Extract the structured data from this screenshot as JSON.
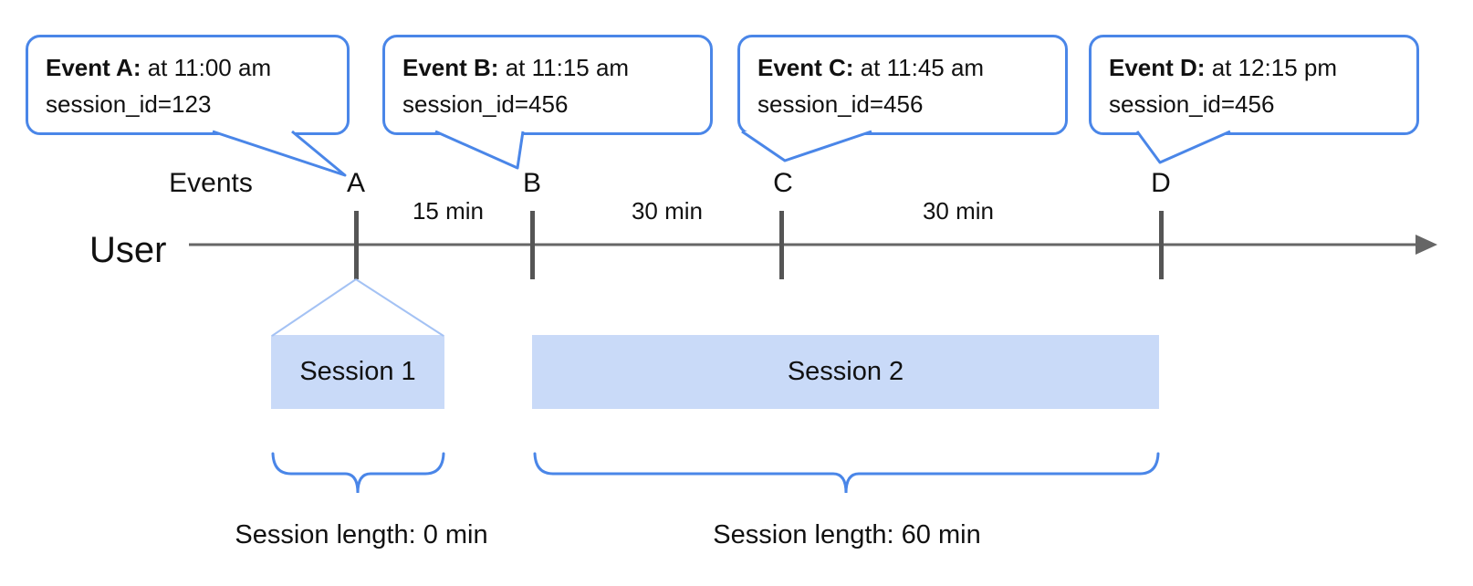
{
  "colors": {
    "accent_blue": "#4a86e8",
    "fan_blue": "#a4c2f4",
    "session_fill": "#c9daf8",
    "tick_gray": "#555555",
    "axis_gray": "#666666",
    "text_black": "#111111"
  },
  "bubbles": [
    {
      "name": "Event A:",
      "time": " at 11:00 am",
      "session": "session_id=123"
    },
    {
      "name": "Event B:",
      "time": " at 11:15 am",
      "session": "session_id=456"
    },
    {
      "name": "Event C:",
      "time": " at 11:45 am",
      "session": "session_id=456"
    },
    {
      "name": "Event D:",
      "time": " at 12:15 pm",
      "session": "session_id=456"
    }
  ],
  "timeline": {
    "row_label": "User",
    "events_label": "Events",
    "markers": [
      "A",
      "B",
      "C",
      "D"
    ],
    "intervals": [
      "15 min",
      "30 min",
      "30 min"
    ]
  },
  "sessions": [
    {
      "label": "Session 1",
      "length_label": "Session length: 0 min"
    },
    {
      "label": "Session 2",
      "length_label": "Session length: 60 min"
    }
  ]
}
